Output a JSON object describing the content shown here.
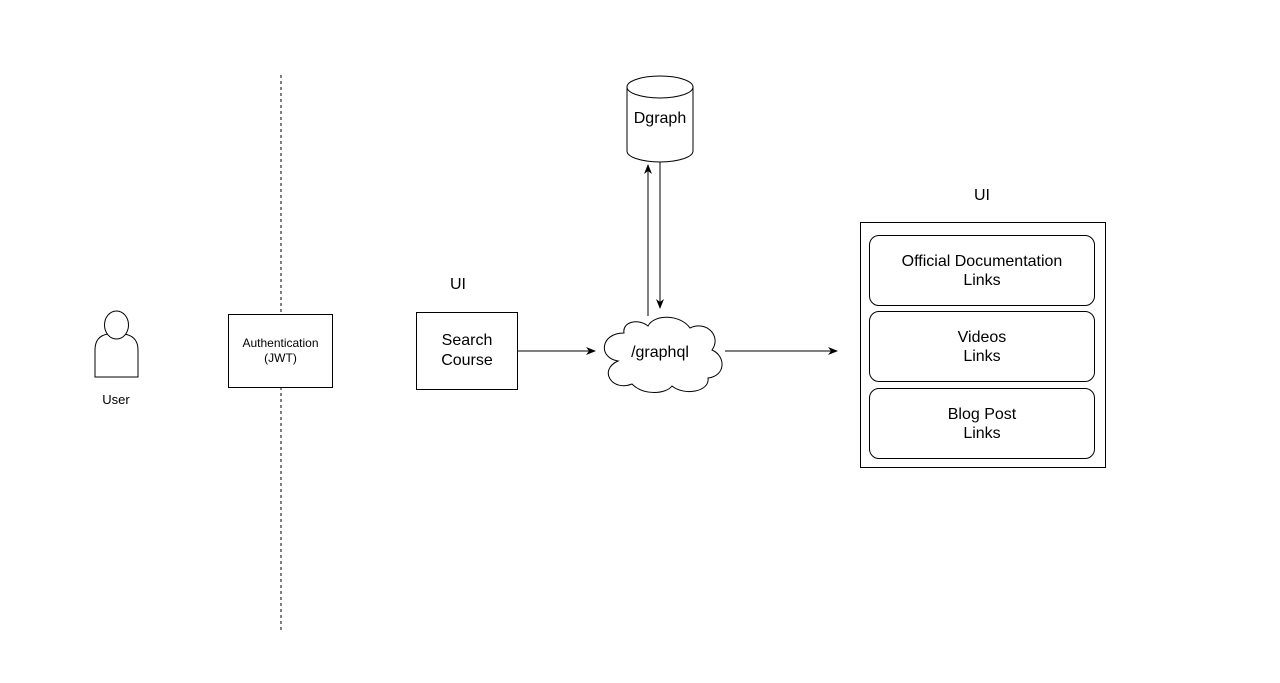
{
  "diagram": {
    "user": {
      "label": "User"
    },
    "auth": {
      "line1": "Authentication",
      "line2": "(JWT)"
    },
    "search_ui_label": "UI",
    "search": {
      "line1": "Search",
      "line2": "Course"
    },
    "graphql": {
      "label": "/graphql"
    },
    "dgraph": {
      "label": "Dgraph"
    },
    "results_ui_label": "UI",
    "results": [
      {
        "line1": "Official Documentation",
        "line2": "Links"
      },
      {
        "line1": "Videos",
        "line2": "Links"
      },
      {
        "line1": "Blog Post",
        "line2": "Links"
      }
    ]
  },
  "colors": {
    "stroke": "#000000",
    "background": "#ffffff"
  }
}
